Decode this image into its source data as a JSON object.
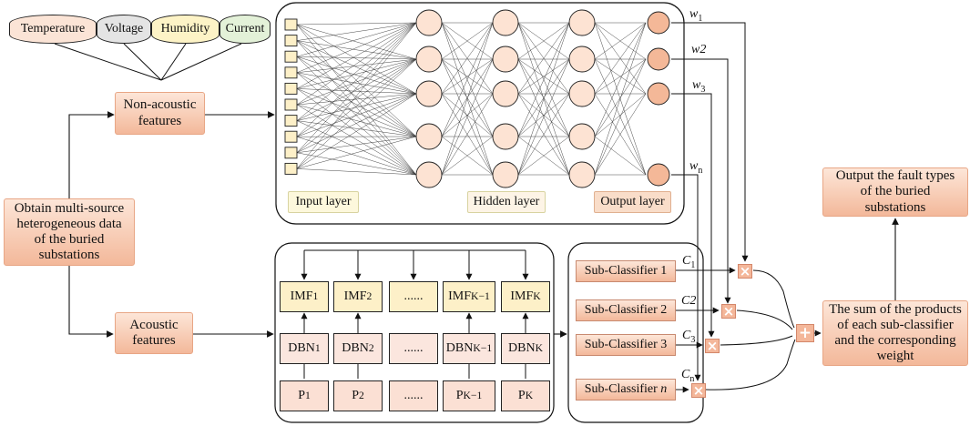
{
  "sources": {
    "temperature": "Temperature",
    "voltage": "Voltage",
    "humidity": "Humidity",
    "current": "Current"
  },
  "colors": {
    "temperature": "#fbe4d6",
    "voltage": "#e4e4e4",
    "humidity": "#fdf3c6",
    "current": "#e3f1d8",
    "accent": "#f3b89a"
  },
  "boxes": {
    "non_acoustic": "Non-acoustic features",
    "obtain": "Obtain multi-source heterogeneous data of the buried substations",
    "acoustic": "Acoustic features",
    "output_fault": "Output the fault types of the buried substations",
    "sum_products": "The sum of the products of each sub-classifier and the corresponding weight"
  },
  "network": {
    "input_layer": "Input layer",
    "hidden_layer": "Hidden layer",
    "output_layer": "Output layer"
  },
  "weights": [
    {
      "base": "w",
      "sub": "1"
    },
    {
      "base": "w2",
      "sub": ""
    },
    {
      "base": "w",
      "sub": "3"
    },
    {
      "base": "w",
      "sub": "n"
    }
  ],
  "decomposition": {
    "imf": [
      {
        "base": "IMF",
        "sub": "1"
      },
      {
        "base": "IMF",
        "sub": "2"
      },
      {
        "base": "......",
        "sub": ""
      },
      {
        "base": "IMF",
        "sub": "K−1"
      },
      {
        "base": "IMF",
        "sub": "K"
      }
    ],
    "dbn": [
      {
        "base": "DBN",
        "sub": "1"
      },
      {
        "base": "DBN",
        "sub": "2"
      },
      {
        "base": "......",
        "sub": ""
      },
      {
        "base": "DBN",
        "sub": "K−1"
      },
      {
        "base": "DBN",
        "sub": "K"
      }
    ],
    "p": [
      {
        "base": "P",
        "sub": "1"
      },
      {
        "base": "P",
        "sub": "2"
      },
      {
        "base": "......",
        "sub": ""
      },
      {
        "base": "P",
        "sub": "K−1"
      },
      {
        "base": "P",
        "sub": "K"
      }
    ]
  },
  "classifiers": [
    {
      "label": "Sub-Classifier",
      "index": "1",
      "c_base": "C",
      "c_sub": "1"
    },
    {
      "label": "Sub-Classifier",
      "index": "2",
      "c_base": "C2",
      "c_sub": ""
    },
    {
      "label": "Sub-Classifier",
      "index": "3",
      "c_base": "C",
      "c_sub": "3"
    },
    {
      "label": "Sub-Classifier",
      "index": "n",
      "c_base": "C",
      "c_sub": "n"
    }
  ],
  "operators": {
    "multiply": "×",
    "add": "+"
  }
}
